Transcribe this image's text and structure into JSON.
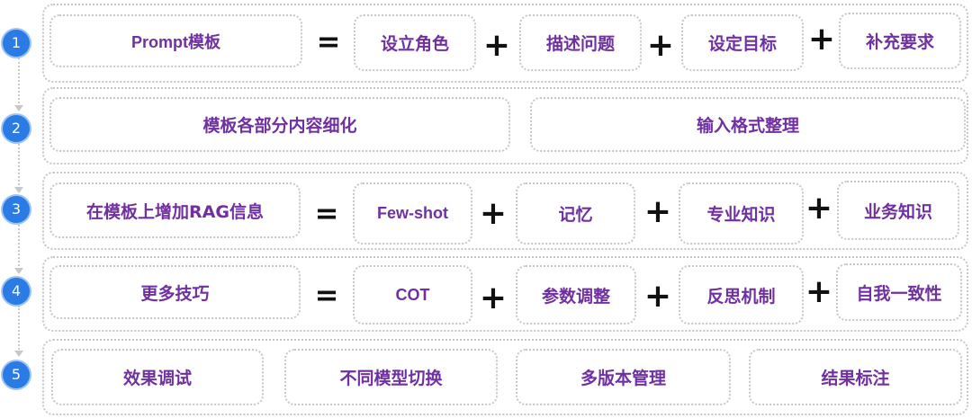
{
  "steps": [
    {
      "number": "1",
      "items": [
        "Prompt模板",
        "设立角色",
        "描述问题",
        "设定目标",
        "补充要求"
      ],
      "operators": [
        "=",
        "+",
        "+",
        "+"
      ]
    },
    {
      "number": "2",
      "items": [
        "模板各部分内容细化",
        "输入格式整理"
      ]
    },
    {
      "number": "3",
      "items": [
        "在模板上增加RAG信息",
        "Few-shot",
        "记忆",
        "专业知识",
        "业务知识"
      ],
      "operators": [
        "=",
        "+",
        "+",
        "+"
      ]
    },
    {
      "number": "4",
      "items": [
        "更多技巧",
        "COT",
        "参数调整",
        "反思机制",
        "自我一致性"
      ],
      "operators": [
        "=",
        "+",
        "+",
        "+"
      ]
    },
    {
      "number": "5",
      "items": [
        "效果调试",
        "不同模型切换",
        "多版本管理",
        "结果标注"
      ]
    }
  ],
  "colors": {
    "text_purple": "#7030a0",
    "step_blue": "#2a7be4",
    "border_gray": "#c6c6c6"
  }
}
